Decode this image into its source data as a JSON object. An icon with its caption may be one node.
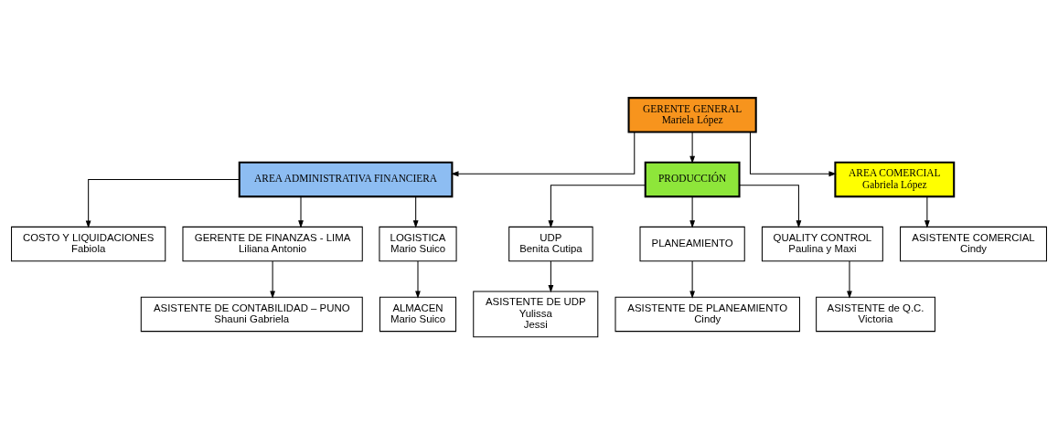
{
  "diagram": {
    "nodes": [
      {
        "text": [
          "GERENTE GENERAL",
          "Mariela López"
        ]
      },
      {
        "text": [
          "AREA ADMINISTRATIVA FINANCIERA"
        ]
      },
      {
        "text": [
          "PRODUCCIÓN"
        ]
      },
      {
        "text": [
          "AREA COMERCIAL",
          "Gabriela López"
        ]
      },
      {
        "text": [
          "COSTO Y LIQUIDACIONES",
          "Fabiola"
        ]
      },
      {
        "text": [
          "GERENTE DE FINANZAS - LIMA",
          "Liliana Antonio"
        ]
      },
      {
        "text": [
          "LOGISTICA",
          "Mario Suico"
        ]
      },
      {
        "text": [
          "UDP",
          "Benita Cutipa"
        ]
      },
      {
        "text": [
          "PLANEAMIENTO"
        ]
      },
      {
        "text": [
          "QUALITY CONTROL",
          "Paulina y Maxi"
        ]
      },
      {
        "text": [
          "ASISTENTE COMERCIAL",
          "Cindy"
        ]
      },
      {
        "text": [
          "ASISTENTE DE CONTABILIDAD – PUNO",
          "Shauni Gabriela"
        ]
      },
      {
        "text": [
          "ALMACEN",
          "Mario Suico"
        ]
      },
      {
        "text": [
          "ASISTENTE DE UDP",
          "Yulissa",
          "Jessi"
        ]
      },
      {
        "text": [
          "ASISTENTE DE PLANEAMIENTO",
          "Cindy"
        ]
      },
      {
        "text": [
          "ASISTENTE de Q.C.",
          "Victoria"
        ]
      }
    ],
    "edges": [
      {
        "from": 0,
        "to": 1,
        "arrow": "to"
      },
      {
        "from": 0,
        "to": 2,
        "arrow": "to"
      },
      {
        "from": 0,
        "to": 3,
        "arrow": "to"
      },
      {
        "from": 1,
        "to": 4,
        "arrow": "to"
      },
      {
        "from": 1,
        "to": 5,
        "arrow": "to"
      },
      {
        "from": 1,
        "to": 6,
        "arrow": "to"
      },
      {
        "from": 2,
        "to": 7,
        "arrow": "to"
      },
      {
        "from": 2,
        "to": 8,
        "arrow": "to"
      },
      {
        "from": 2,
        "to": 9,
        "arrow": "to"
      },
      {
        "from": 3,
        "to": 10,
        "arrow": "to"
      },
      {
        "from": 5,
        "to": 11,
        "arrow": "to"
      },
      {
        "from": 6,
        "to": 12,
        "arrow": "to"
      },
      {
        "from": 7,
        "to": 13,
        "arrow": "to"
      },
      {
        "from": 8,
        "to": 14,
        "arrow": "to"
      },
      {
        "from": 9,
        "to": 15,
        "arrow": "to"
      }
    ]
  }
}
